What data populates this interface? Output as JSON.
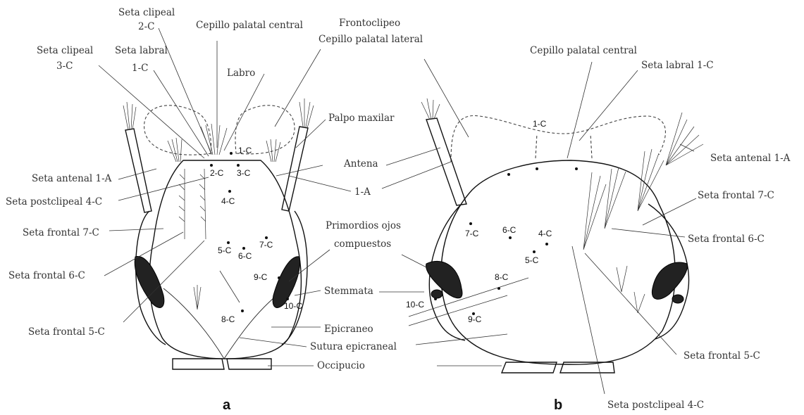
{
  "panel_a": {
    "panel_label": "a",
    "labels": {
      "seta_clipeal_2c": "Seta clipeal\n2-C",
      "seta_clipeal_3c": "Seta clipeal\n3-C",
      "seta_labral_1c": "Seta labral\n1-C",
      "cepillo_palatal_central": "Cepillo palatal central",
      "frontoclipeo": "Frontoclipeo",
      "cepillo_palatal_lateral": "Cepillo palatal lateral",
      "labro": "Labro",
      "palpo_maxilar": "Palpo maxilar",
      "antena": "Antena",
      "one_a": "1-A",
      "seta_antenal_1a": "Seta antenal 1-A",
      "seta_postclipeal_4c": "Seta postclipeal 4-C",
      "seta_frontal_7c": "Seta frontal 7-C",
      "seta_frontal_6c": "Seta frontal 6-C",
      "seta_frontal_5c": "Seta frontal 5-C",
      "primordios": "Primordios ojos\ncompuestos",
      "stemmata": "Stemmata",
      "epicraneo": "Epicraneo",
      "sutura": "Sutura epicraneal",
      "occipucio": "Occipucio"
    },
    "codes": [
      "1-C",
      "2-C",
      "3-C",
      "4-C",
      "5-C",
      "6-C",
      "7-C",
      "8-C",
      "9-C",
      "10-C"
    ]
  },
  "panel_b": {
    "panel_label": "b",
    "labels": {
      "cepillo_palatal_central": "Cepillo palatal central",
      "seta_labral_1c": "Seta labral 1-C",
      "seta_antenal_1a": "Seta antenal 1-A",
      "seta_frontal_7c": "Seta frontal 7-C",
      "seta_frontal_6c": "Seta frontal 6-C",
      "seta_frontal_5c": "Seta frontal 5-C",
      "seta_postclipeal_4c": "Seta postclipeal 4-C"
    },
    "codes": [
      "1-C",
      "4-C",
      "5-C",
      "6-C",
      "7-C",
      "8-C",
      "9-C",
      "10-C"
    ]
  }
}
